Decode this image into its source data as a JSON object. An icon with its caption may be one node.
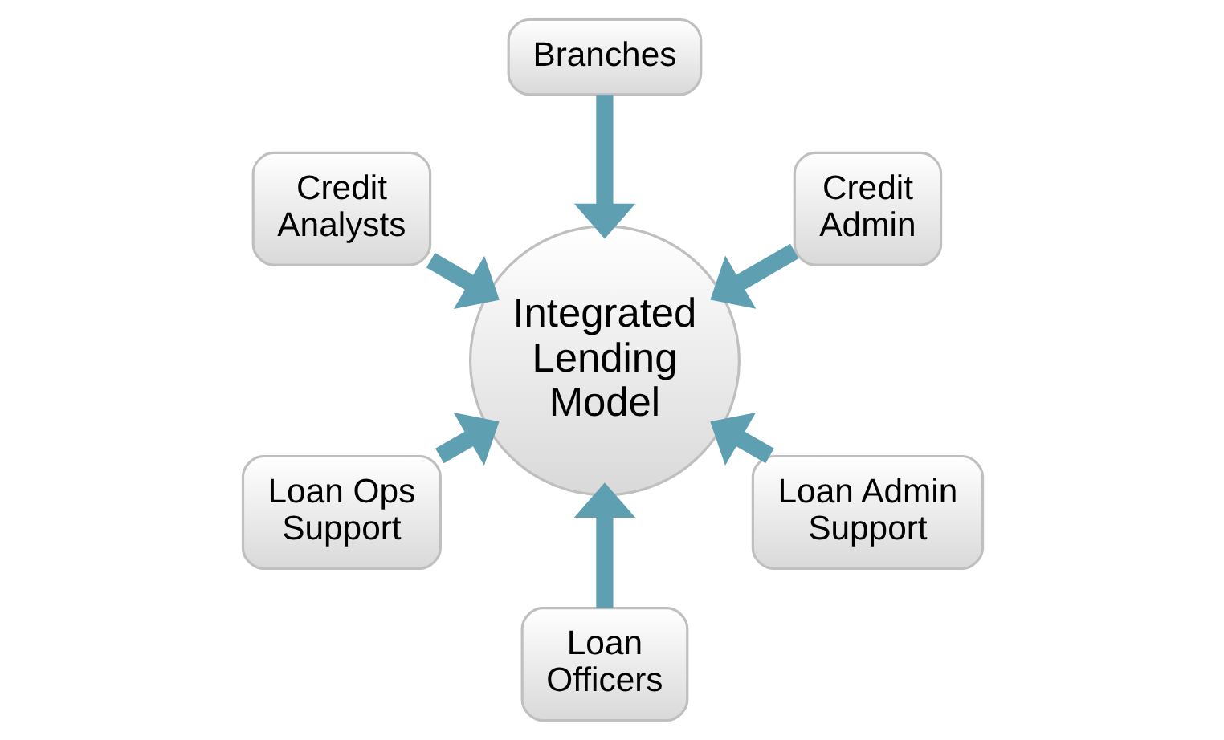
{
  "diagram": {
    "nodes": [
      {
        "text": [
          "Credit Admin"
        ]
      },
      {
        "text": [
          "Branches"
        ]
      },
      {
        "text": [
          "Credit Analysts"
        ]
      },
      {
        "text": [
          "Loan Ops Support"
        ]
      },
      {
        "text": [
          "Integrated Lending Model"
        ]
      },
      {
        "text": [
          "Loan Officers"
        ]
      },
      {
        "text": [
          "Loan Admin Support"
        ]
      }
    ],
    "edges": [
      {
        "from": 0,
        "to": 4,
        "arrow": "to"
      },
      {
        "from": 1,
        "to": 4,
        "arrow": "to"
      },
      {
        "from": 2,
        "to": 4,
        "arrow": "to"
      },
      {
        "from": 3,
        "to": 4,
        "arrow": "to"
      },
      {
        "from": 5,
        "to": 4,
        "arrow": "to"
      },
      {
        "from": 6,
        "to": 4,
        "arrow": "to"
      }
    ]
  }
}
